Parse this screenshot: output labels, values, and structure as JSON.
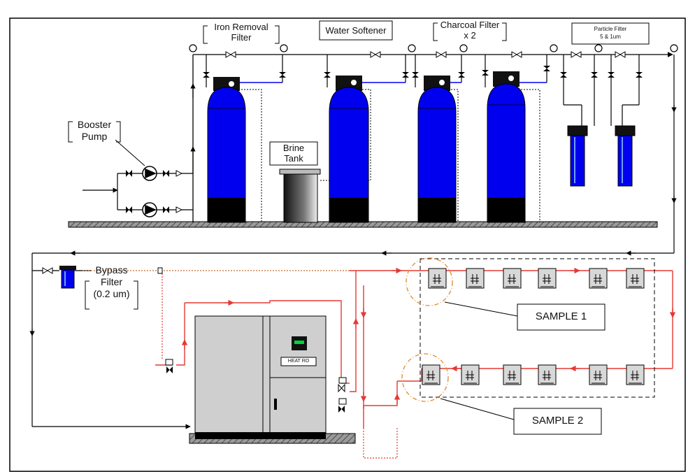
{
  "labels": {
    "iron_removal": [
      "Iron Removal",
      "Filter"
    ],
    "water_softener": "Water Softener",
    "charcoal_filter": [
      "Charcoal Filter",
      "x 2"
    ],
    "particle_filter": [
      "Particle Filter",
      "5 & 1um"
    ],
    "booster_pump": [
      "Booster",
      "Pump"
    ],
    "brine_tank": [
      "Brine",
      "Tank"
    ],
    "bypass_filter": [
      "Bypass",
      "Filter",
      "(0.2 um)"
    ],
    "heat_ro": "HEAT RO",
    "sample_1": "SAMPLE  1",
    "sample_2": "SAMPLE  2"
  },
  "colors": {
    "tank_blue": "#0000ee",
    "red_line": "#e53935",
    "brown_line": "#c56a28",
    "cabinet_gray": "#c8c8c8",
    "display_green": "#00d23c"
  }
}
